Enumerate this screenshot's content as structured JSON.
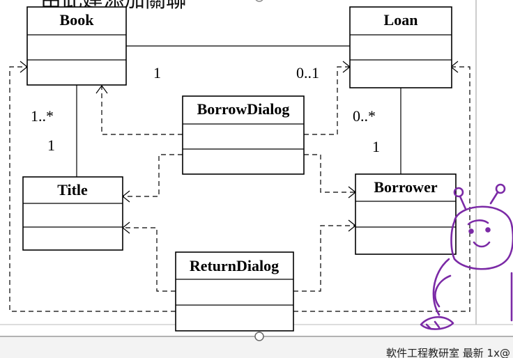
{
  "slide": {
    "title_partial": "由此建添加關聯",
    "footer_text": "軟件工程教研室 最新 1x@"
  },
  "classes": {
    "book": "Book",
    "loan": "Loan",
    "borrow_dialog": "BorrowDialog",
    "title": "Title",
    "borrower": "Borrower",
    "return_dialog": "ReturnDialog"
  },
  "multiplicities": {
    "book_loan_book_end": "1",
    "book_loan_loan_end": "0..1",
    "book_title_book_end": "1..*",
    "book_title_title_end": "1",
    "loan_borrower_loan_end": "0..*",
    "loan_borrower_borrower_end": "1"
  },
  "mascot": {
    "color": "#7b2aa6",
    "icon": "robot-mascot-icon"
  }
}
